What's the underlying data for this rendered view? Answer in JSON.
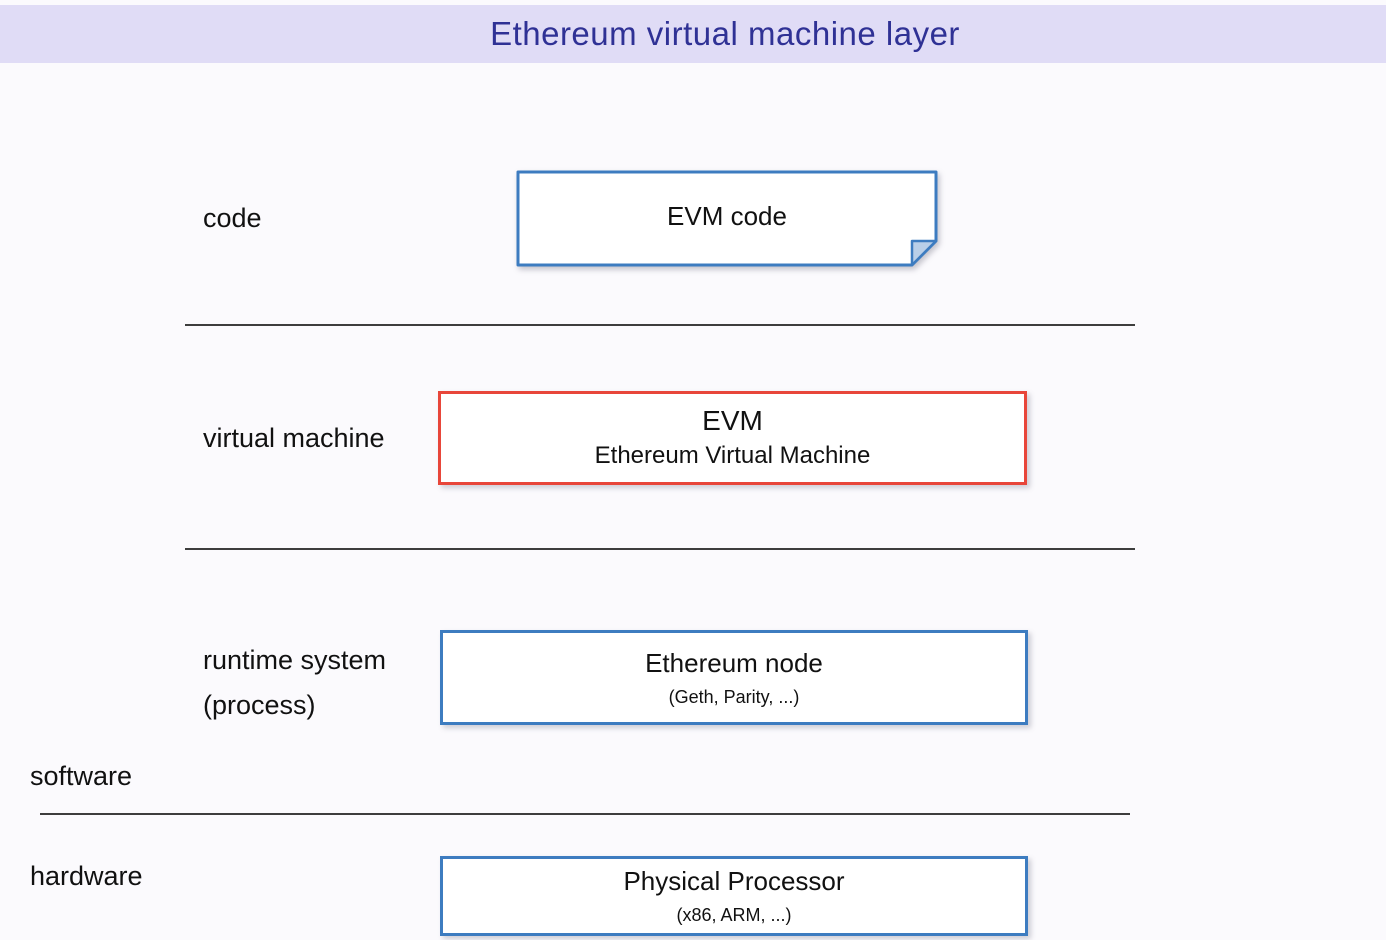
{
  "header": {
    "title": "Ethereum virtual machine layer",
    "bg_color": "#e0dcf6",
    "text_color": "#2f3195"
  },
  "colors": {
    "page_bg": "#fbfafd",
    "blue_border": "#3d7cc0",
    "red_border": "#e8463a",
    "separator": "#3d3d3d",
    "note_fill": "#ffffff",
    "note_fold_fill": "#b9cfe8",
    "text": "#111111"
  },
  "layers": [
    {
      "id": "code",
      "label": "code",
      "box": {
        "shape": "note",
        "title": "EVM code",
        "subtitle": "",
        "border_color": "#3d7cc0"
      }
    },
    {
      "id": "virtual-machine",
      "label": "virtual machine",
      "box": {
        "shape": "rect",
        "title": "EVM",
        "subtitle": "Ethereum Virtual Machine",
        "border_color": "#e8463a"
      }
    },
    {
      "id": "runtime-system",
      "label": "runtime system (process)",
      "label_line1": "runtime system",
      "label_line2": "(process)",
      "box": {
        "shape": "rect",
        "title": "Ethereum node",
        "subtitle": "(Geth, Parity, ...)",
        "border_color": "#3d7cc0"
      }
    },
    {
      "id": "hardware",
      "label": "hardware",
      "box": {
        "shape": "rect",
        "title": "Physical Processor",
        "subtitle": "(x86, ARM, ...)",
        "border_color": "#3d7cc0"
      }
    }
  ],
  "side_labels": {
    "software": "software"
  }
}
